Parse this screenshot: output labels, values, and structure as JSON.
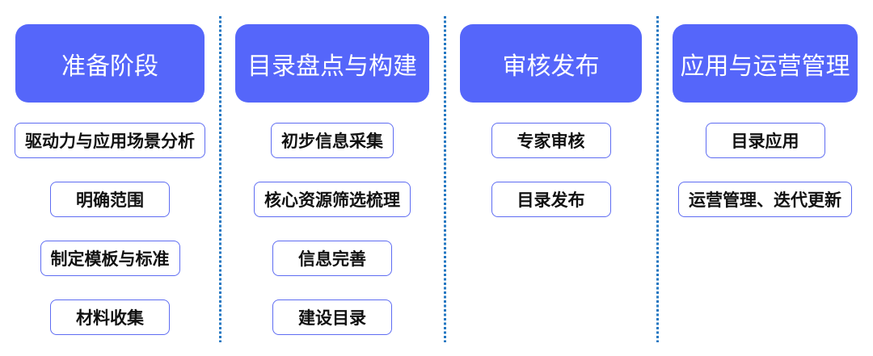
{
  "diagram": {
    "columns": [
      {
        "title": "准备阶段",
        "items": [
          "驱动力与应用场景分析",
          "明确范围",
          "制定模板与标准",
          "材料收集"
        ]
      },
      {
        "title": "目录盘点与构建",
        "items": [
          "初步信息采集",
          "核心资源筛选梳理",
          "信息完善",
          "建设目录"
        ]
      },
      {
        "title": "审核发布",
        "items": [
          "专家审核",
          "目录发布"
        ]
      },
      {
        "title": "应用与运营管理",
        "items": [
          "目录应用",
          "运营管理、迭代更新"
        ]
      }
    ],
    "colors": {
      "header_fill": "#5566fa",
      "header_text": "#ffffff",
      "item_border": "#5e6cf2",
      "item_text": "#111111",
      "separator": "#2277c2",
      "bg": "#ffffff"
    }
  }
}
